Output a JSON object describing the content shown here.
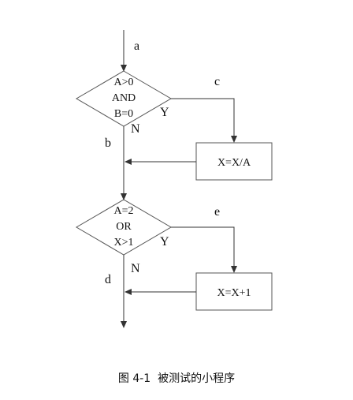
{
  "flowchart": {
    "edge_labels": {
      "a": "a",
      "b": "b",
      "c": "c",
      "d": "d",
      "e": "e"
    },
    "decision1": {
      "lines": [
        "A>0",
        "AND",
        "B=0"
      ],
      "yes_label": "Y",
      "no_label": "N"
    },
    "decision2": {
      "lines": [
        "A=2",
        "OR",
        "X>1"
      ],
      "yes_label": "Y",
      "no_label": "N"
    },
    "process1": {
      "text": "X=X/A"
    },
    "process2": {
      "text": "X=X+1"
    }
  },
  "caption": "图 4-1  被测试的小程序"
}
